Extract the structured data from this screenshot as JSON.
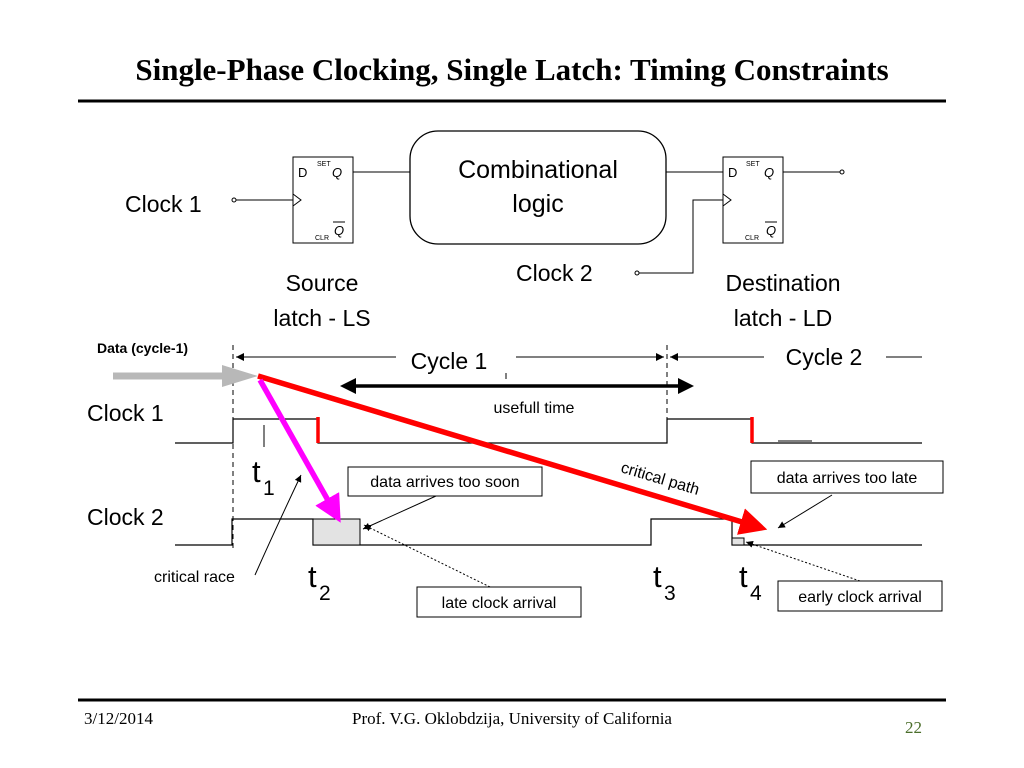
{
  "slide": {
    "title": "Single-Phase Clocking, Single Latch: Timing Constraints",
    "footer": {
      "date": "3/12/2014",
      "author": "Prof. V.G. Oklobdzija, University of California",
      "page": "22"
    }
  },
  "diagram": {
    "latch": {
      "d": "D",
      "q": "Q",
      "qbar": "Q",
      "set": "SET",
      "clr": "CLR"
    },
    "combinational_line1": "Combinational",
    "combinational_line2": "logic",
    "clock1_input": "Clock 1",
    "clock2_input": "Clock  2",
    "source_line1": "Source",
    "source_line2": "latch - LS",
    "dest_line1": "Destination",
    "dest_line2": "latch - LD"
  },
  "timing": {
    "data_label": "Data (cycle-1)",
    "cycle1": "Cycle 1",
    "cycle2": "Cycle 2",
    "usefull_time": "usefull time",
    "clock1": "Clock 1",
    "clock2": "Clock  2",
    "t1": "t",
    "t1_sub": "1",
    "t2": "t",
    "t2_sub": "2",
    "t3": "t",
    "t3_sub": "3",
    "t4": "t",
    "t4_sub": "4",
    "critical_path": "critical path",
    "critical_race": "critical race",
    "data_too_soon": "data arrives too soon",
    "data_too_late": "data arrives too late",
    "late_clock": "late clock arrival",
    "early_clock": "early clock arrival"
  }
}
